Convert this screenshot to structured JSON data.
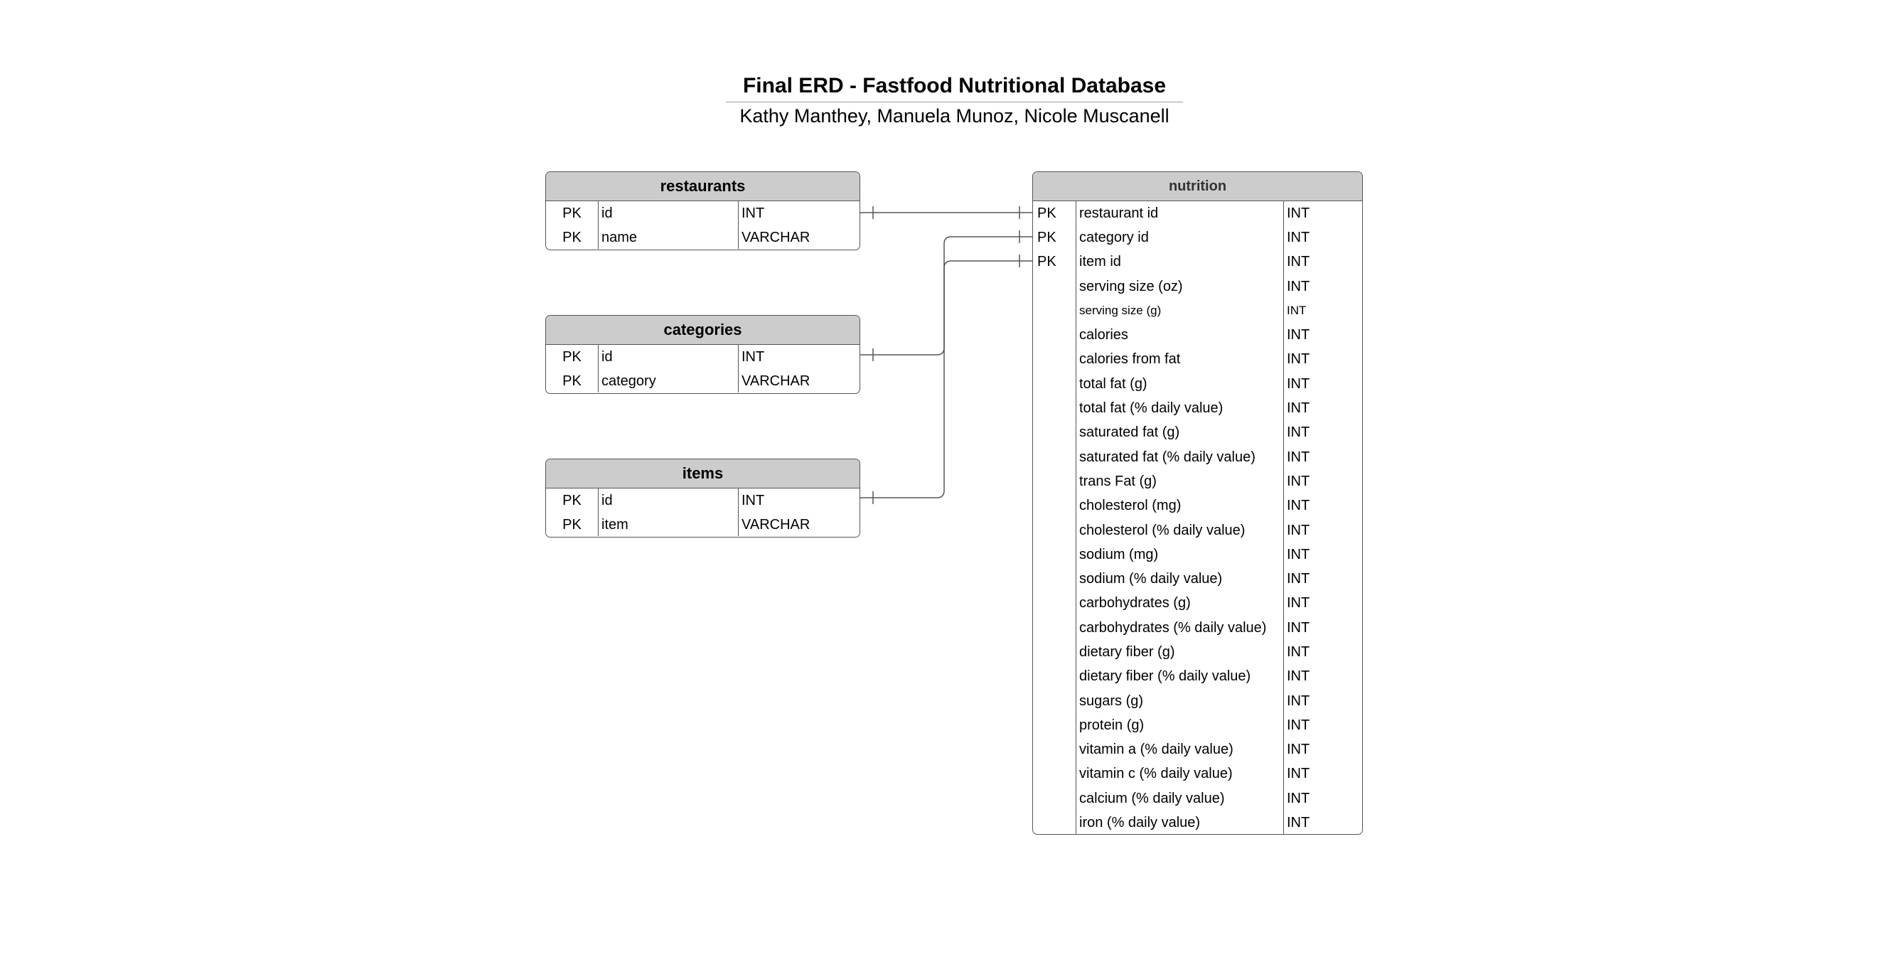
{
  "title": "Final ERD - Fastfood Nutritional Database",
  "subtitle": "Kathy Manthey, Manuela Munoz, Nicole Muscanell",
  "tables": {
    "restaurants": {
      "name": "restaurants",
      "rows": [
        {
          "key": "PK",
          "field": "id",
          "type": "INT"
        },
        {
          "key": "PK",
          "field": "name",
          "type": "VARCHAR"
        }
      ]
    },
    "categories": {
      "name": "categories",
      "rows": [
        {
          "key": "PK",
          "field": "id",
          "type": "INT"
        },
        {
          "key": "PK",
          "field": "category",
          "type": "VARCHAR"
        }
      ]
    },
    "items": {
      "name": "items",
      "rows": [
        {
          "key": "PK",
          "field": "id",
          "type": "INT"
        },
        {
          "key": "PK",
          "field": "item",
          "type": "VARCHAR"
        }
      ]
    },
    "nutrition": {
      "name": "nutrition",
      "rows": [
        {
          "key": "PK",
          "field": "restaurant id",
          "type": "INT"
        },
        {
          "key": "PK",
          "field": "category id",
          "type": "INT"
        },
        {
          "key": "PK",
          "field": "item id",
          "type": "INT"
        },
        {
          "key": "",
          "field": "serving size (oz)",
          "type": "INT"
        },
        {
          "key": "",
          "field": "serving size (g)",
          "type": "INT",
          "small": true
        },
        {
          "key": "",
          "field": "calories",
          "type": "INT"
        },
        {
          "key": "",
          "field": "calories from fat",
          "type": "INT"
        },
        {
          "key": "",
          "field": "total fat (g)",
          "type": "INT"
        },
        {
          "key": "",
          "field": "total fat (% daily value)",
          "type": "INT"
        },
        {
          "key": "",
          "field": "saturated fat (g)",
          "type": "INT"
        },
        {
          "key": "",
          "field": "saturated fat (% daily value)",
          "type": "INT"
        },
        {
          "key": "",
          "field": "trans Fat  (g)",
          "type": "INT"
        },
        {
          "key": "",
          "field": "cholesterol  (mg)",
          "type": "INT"
        },
        {
          "key": "",
          "field": "cholesterol (% daily value)",
          "type": "INT"
        },
        {
          "key": "",
          "field": "sodium (mg)",
          "type": "INT"
        },
        {
          "key": "",
          "field": "sodium (% daily value)",
          "type": "INT"
        },
        {
          "key": "",
          "field": "carbohydrates (g)",
          "type": "INT"
        },
        {
          "key": "",
          "field": "carbohydrates (% daily value)",
          "type": "INT"
        },
        {
          "key": "",
          "field": "dietary fiber (g)",
          "type": "INT"
        },
        {
          "key": "",
          "field": "dietary fiber (% daily value)",
          "type": "INT"
        },
        {
          "key": "",
          "field": "sugars (g)",
          "type": "INT"
        },
        {
          "key": "",
          "field": "protein (g)",
          "type": "INT"
        },
        {
          "key": "",
          "field": "vitamin a (% daily value)",
          "type": "INT"
        },
        {
          "key": "",
          "field": "vitamin c (% daily value)",
          "type": "INT"
        },
        {
          "key": "",
          "field": "calcium (% daily value)",
          "type": "INT"
        },
        {
          "key": "",
          "field": "iron (% daily value)",
          "type": "INT"
        }
      ]
    }
  },
  "relationships": [
    {
      "from": "restaurants.id",
      "to": "nutrition.restaurant id",
      "from_end": "one",
      "to_end": "one"
    },
    {
      "from": "categories.id",
      "to": "nutrition.category id",
      "from_end": "one",
      "to_end": "one"
    },
    {
      "from": "items.id",
      "to": "nutrition.item id",
      "from_end": "one",
      "to_end": "one"
    }
  ]
}
